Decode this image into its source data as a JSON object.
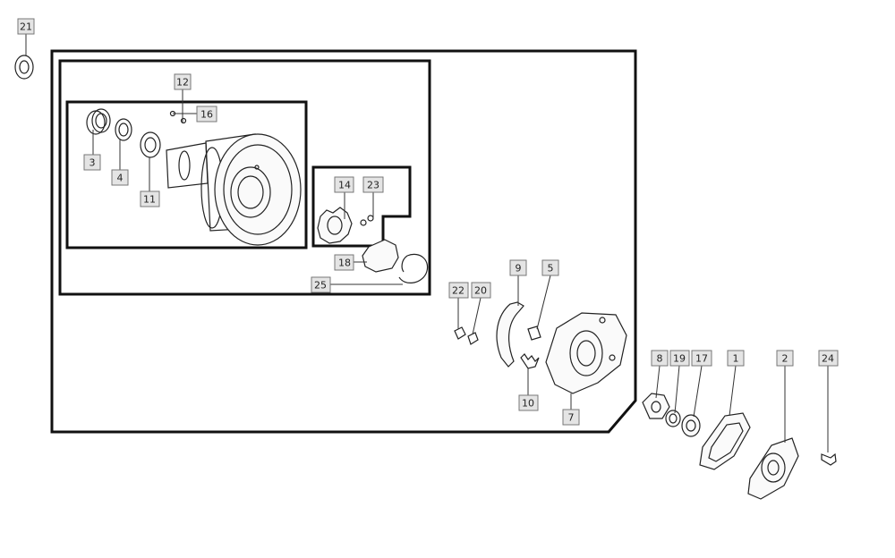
{
  "diagram": {
    "callouts": [
      {
        "id": "21",
        "text": "21"
      },
      {
        "id": "12",
        "text": "12"
      },
      {
        "id": "16",
        "text": "16"
      },
      {
        "id": "3",
        "text": "3"
      },
      {
        "id": "4",
        "text": "4"
      },
      {
        "id": "11",
        "text": "11"
      },
      {
        "id": "14",
        "text": "14"
      },
      {
        "id": "23",
        "text": "23"
      },
      {
        "id": "18",
        "text": "18"
      },
      {
        "id": "25",
        "text": "25"
      },
      {
        "id": "9",
        "text": "9"
      },
      {
        "id": "5",
        "text": "5"
      },
      {
        "id": "22",
        "text": "22"
      },
      {
        "id": "20",
        "text": "20"
      },
      {
        "id": "10",
        "text": "10"
      },
      {
        "id": "7",
        "text": "7"
      },
      {
        "id": "8",
        "text": "8"
      },
      {
        "id": "19",
        "text": "19"
      },
      {
        "id": "17",
        "text": "17"
      },
      {
        "id": "1",
        "text": "1"
      },
      {
        "id": "2",
        "text": "2"
      },
      {
        "id": "24",
        "text": "24"
      }
    ]
  }
}
